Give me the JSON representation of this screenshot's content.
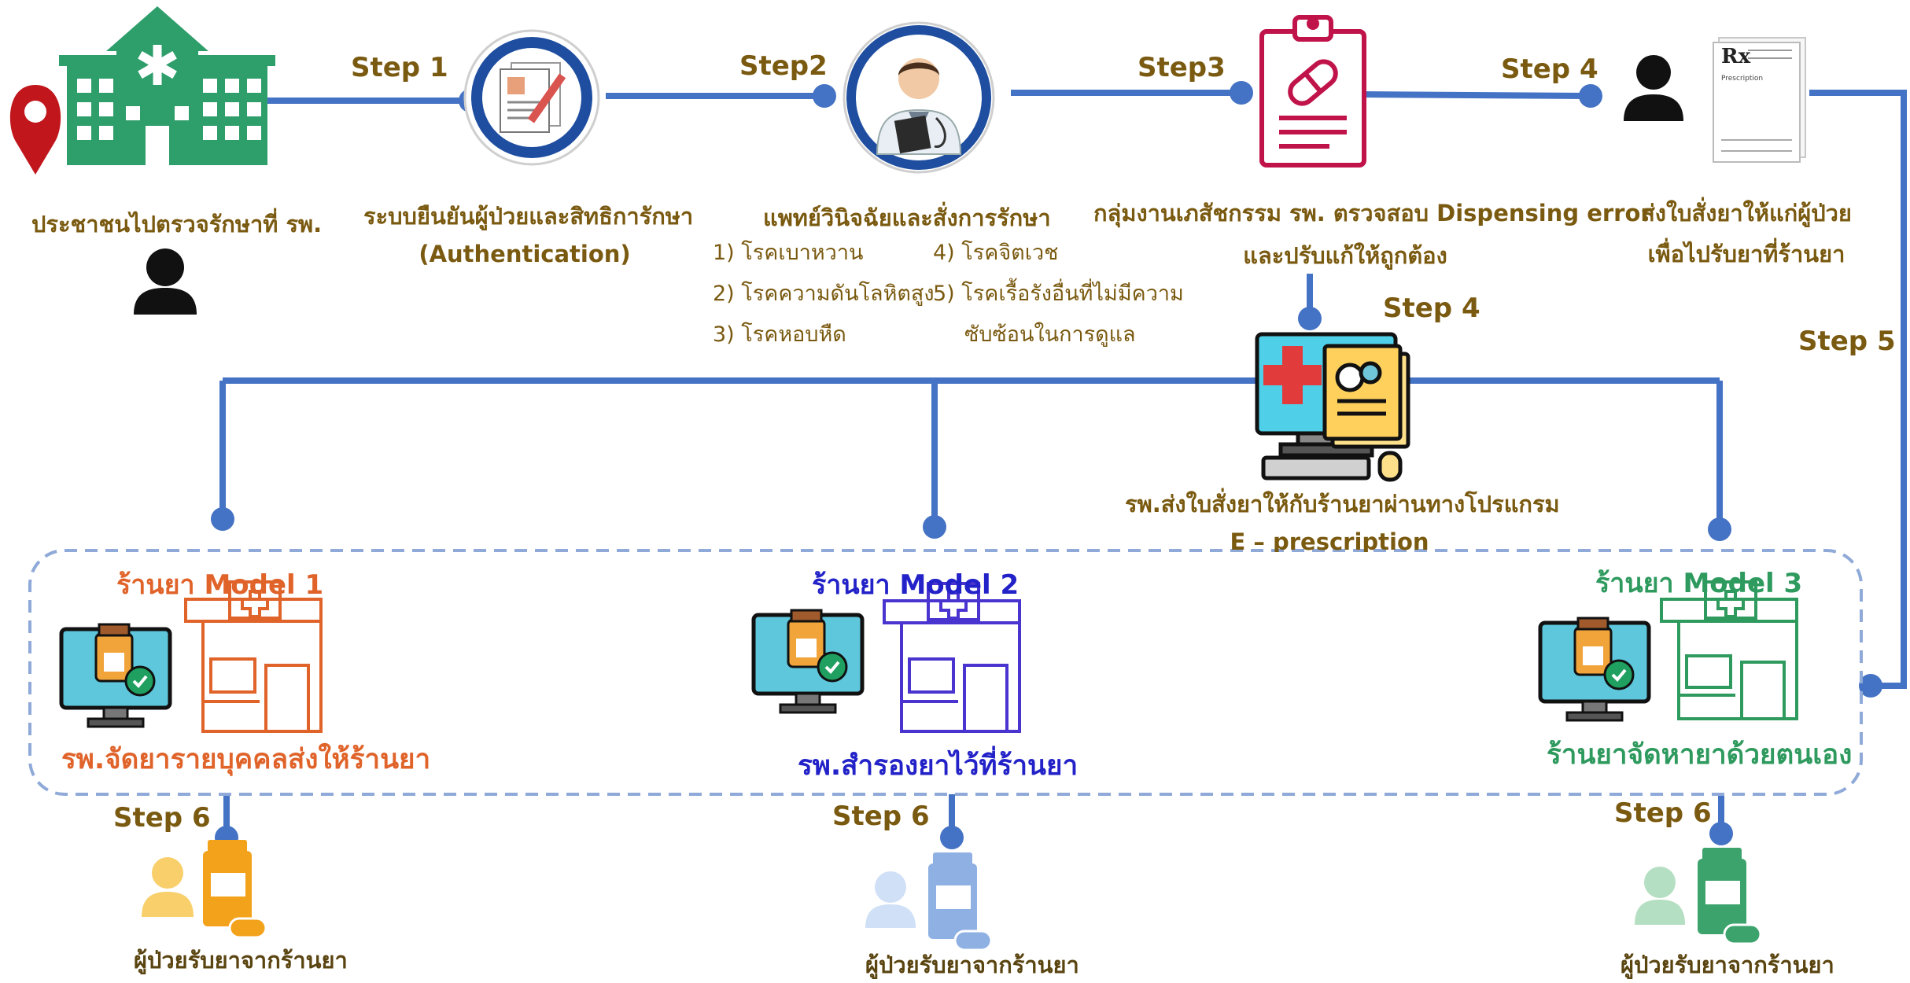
{
  "colors": {
    "connector": "#4472c4",
    "dashed_box": "#8fa9d8",
    "hospital": "#2e9e6b",
    "pin": "#c0161c",
    "clipboard": "#c0134a",
    "model1": "#e0632a",
    "model2": "#3a3ad0",
    "model3": "#2e9a5e",
    "step_text": "#7a5a10",
    "patient1": "#f3a21b",
    "patient2": "#8fb0e3",
    "patient3": "#3da36d"
  },
  "steps": {
    "step1": "Step 1",
    "step2": "Step2",
    "step3": "Step3",
    "step4_top": "Step 4",
    "step4_mid": "Step 4",
    "step5": "Step 5",
    "step6_left": "Step 6",
    "step6_mid": "Step 6",
    "step6_right": "Step 6"
  },
  "captions": {
    "hospital": "ประชาชนไปตรวจรักษาที่ รพ.",
    "auth_line1": "ระบบยืนยันผู้ป่วยและสิทธิการักษา",
    "auth_line2": "(Authentication)",
    "doctor": "แพทย์วินิจฉัยและสั่งการรักษา",
    "pharmacy_line1": "กลุ่มงานเภสัชกรรม รพ. ตรวจสอบ Dispensing error",
    "pharmacy_line2": "และปรับแก้ให้ถูกต้อง",
    "send_line1": "ส่งใบสั่งยาให้แก่ผู้ป่วย",
    "send_line2": "เพื่อไปรับยาที่ร้านยา",
    "eprescription_line1": "รพ.ส่งใบสั่งยาให้กับร้านยาผ่านทางโปรแกรม",
    "eprescription_line2": "E – prescription"
  },
  "diseases": {
    "d1": "1) โรคเบาหวาน",
    "d2": "2) โรคความดันโลหิตสูง",
    "d3": "3) โรคหอบหืด",
    "d4": "4) โรคจิตเวช",
    "d5_line1": "5) โรคเรื้อรังอื่นที่ไม่มีความ",
    "d5_line2": "ซับซ้อนในการดูแล"
  },
  "models": {
    "m1_title": "ร้านยา Model 1",
    "m1_caption": "รพ.จัดยารายบุคคลส่งให้ร้านยา",
    "m2_title": "ร้านยา Model 2",
    "m2_caption": "รพ.สำรองยาไว้ที่ร้านยา",
    "m3_title": "ร้านยา Model 3",
    "m3_caption": "ร้านยาจัดหายาด้วยตนเอง"
  },
  "patient_pickup": {
    "p1": "ผู้ป่วยรับยาจากร้านยา",
    "p2": "ผู้ป่วยรับยาจากร้านยา",
    "p3": "ผู้ป่วยรับยาจากร้านยา"
  },
  "prescription_form": {
    "rx": "Rx",
    "prescription": "Prescription"
  },
  "icons": [
    "location-pin-icon",
    "hospital-icon",
    "person-icon",
    "authentication-document-icon",
    "doctor-icon",
    "clipboard-capsule-icon",
    "prescription-form-icon",
    "computer-medical-icon",
    "pharmacy-store-icon",
    "online-pharmacy-monitor-icon",
    "patient-medicine-icon"
  ]
}
